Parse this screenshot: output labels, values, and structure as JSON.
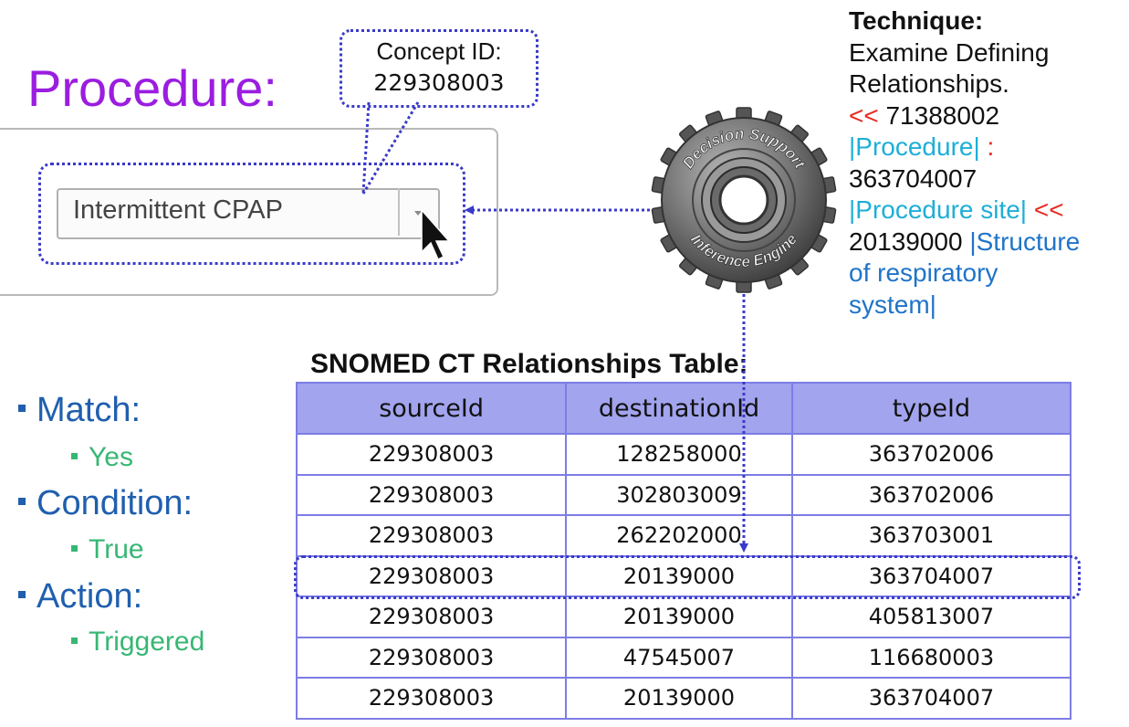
{
  "procedure": {
    "title": "Procedure:",
    "select_value": "Intermittent CPAP"
  },
  "callout": {
    "label": "Concept ID:",
    "value": "229308003"
  },
  "technique": {
    "heading": "Technique:",
    "line1": "Examine Defining",
    "line2": "Relationships.",
    "op1": "<<",
    "id1": "71388002",
    "name1": "|Procedure|",
    "colon": ":",
    "id2": "363704007",
    "name2": "|Procedure site|",
    "op2": "<<",
    "id3": "20139000",
    "name3a": "|Structure",
    "name3b": "of respiratory",
    "name3c": "system|"
  },
  "gear": {
    "top_text": "Decision Support",
    "bottom_text": "Inference Engine"
  },
  "table": {
    "title": "SNOMED CT Relationships Table:",
    "headers": [
      "sourceId",
      "destinationId",
      "typeId"
    ],
    "rows": [
      [
        "229308003",
        "128258000",
        "363702006"
      ],
      [
        "229308003",
        "302803009",
        "363702006"
      ],
      [
        "229308003",
        "262202000",
        "363703001"
      ],
      [
        "229308003",
        "20139000",
        "363704007"
      ],
      [
        "229308003",
        "20139000",
        "405813007"
      ],
      [
        "229308003",
        "47545007",
        "116680003"
      ],
      [
        "229308003",
        "20139000",
        "363704007"
      ]
    ]
  },
  "rules": {
    "match_label": "Match:",
    "match_value": "Yes",
    "condition_label": "Condition:",
    "condition_value": "True",
    "action_label": "Action:",
    "action_value": "Triggered"
  },
  "colors": {
    "procedure_title": "#9b1de0",
    "dotted_border": "#3a3ac8",
    "table_header_bg": "#a2a4ee",
    "bullet_label": "#1f5fae",
    "bullet_value": "#38b774",
    "operator": "#e8281e",
    "term_name": "#1eaed8"
  }
}
